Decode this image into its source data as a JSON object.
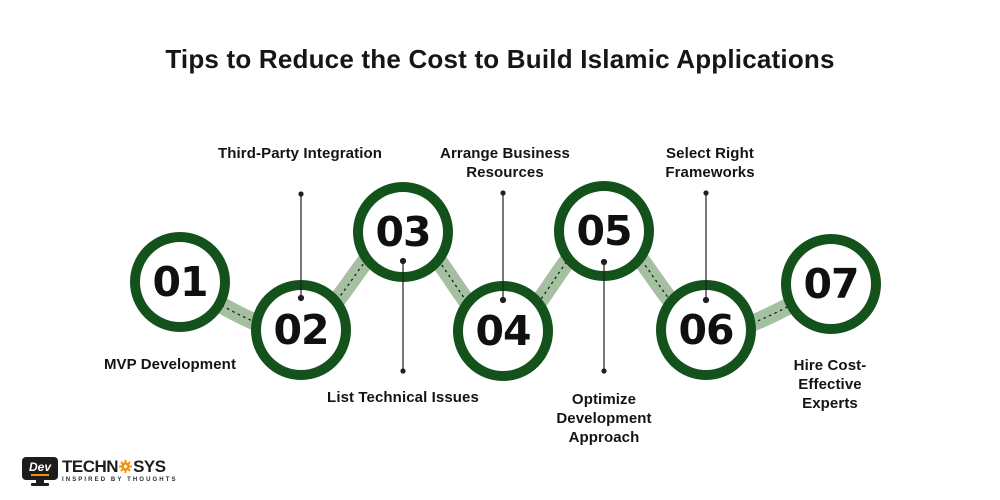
{
  "title": "Tips to Reduce the Cost to Build Islamic Applications",
  "colors": {
    "circle_border": "#14521c",
    "ribbon": "#a5bfa1",
    "connector": "#1f1f1f",
    "title_text": "#161616",
    "label_text": "#141414",
    "number_text": "#101010",
    "logo_dark": "#1d1d1b",
    "logo_orange": "#f0900f"
  },
  "steps": [
    {
      "number": "01",
      "label": "MVP Development",
      "label_position": "below"
    },
    {
      "number": "02",
      "label": "Third-Party Integration",
      "label_position": "above"
    },
    {
      "number": "03",
      "label": "List Technical Issues",
      "label_position": "below"
    },
    {
      "number": "04",
      "label": "Arrange Business\nResources",
      "label_position": "above"
    },
    {
      "number": "05",
      "label": "Optimize\nDevelopment\nApproach",
      "label_position": "below"
    },
    {
      "number": "06",
      "label": "Select Right\nFrameworks",
      "label_position": "above"
    },
    {
      "number": "07",
      "label": "Hire Cost-\nEffective\nExperts",
      "label_position": "below"
    }
  ],
  "logo": {
    "device_text": "Dev",
    "brand_prefix": "TECHN",
    "brand_suffix": "SYS",
    "tagline": "INSPIRED BY THOUGHTS"
  }
}
